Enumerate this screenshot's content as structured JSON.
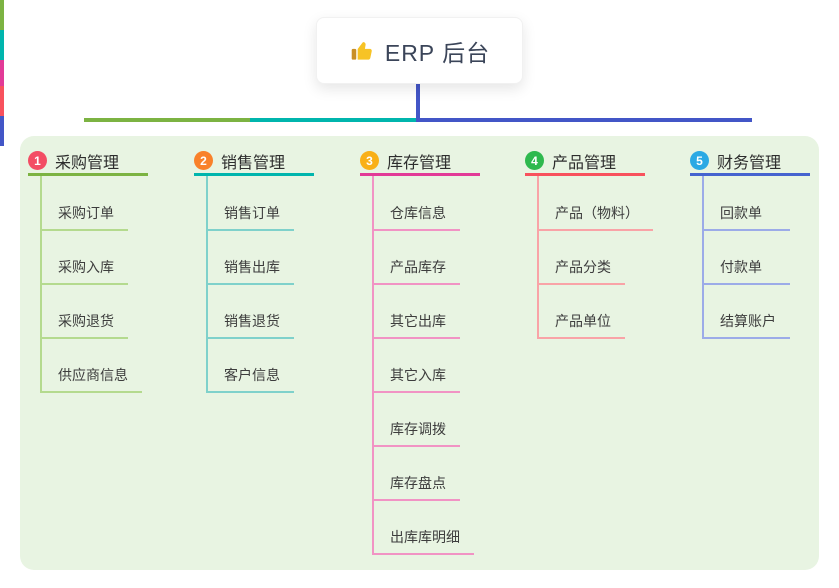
{
  "root": {
    "icon": "thumbs-up",
    "title": "ERP 后台"
  },
  "palette": {
    "panel_background": "#e8f4e2",
    "root_connector": "#4356c7",
    "branch_line_colors": [
      "#7cb342",
      "#00b5ad",
      "#e23a97",
      "#f8515d",
      "#4563cf"
    ],
    "branch_child_line_colors": [
      "#b4da8e",
      "#7fd1cb",
      "#f193c4",
      "#f9a3a7",
      "#9cabe8"
    ],
    "badge_colors": [
      "#f34d64",
      "#f9812a",
      "#f9b017",
      "#2eb94e",
      "#2ba9e4"
    ]
  },
  "branches": [
    {
      "number": "1",
      "label": "采购管理",
      "children": [
        "采购订单",
        "采购入库",
        "采购退货",
        "供应商信息"
      ]
    },
    {
      "number": "2",
      "label": "销售管理",
      "children": [
        "销售订单",
        "销售出库",
        "销售退货",
        "客户信息"
      ]
    },
    {
      "number": "3",
      "label": "库存管理",
      "children": [
        "仓库信息",
        "产品库存",
        "其它出库",
        "其它入库",
        "库存调拨",
        "库存盘点",
        "出库库明细"
      ]
    },
    {
      "number": "4",
      "label": "产品管理",
      "children": [
        "产品（物料）",
        "产品分类",
        "产品单位"
      ]
    },
    {
      "number": "5",
      "label": "财务管理",
      "children": [
        "回款单",
        "付款单",
        "结算账户"
      ]
    }
  ]
}
